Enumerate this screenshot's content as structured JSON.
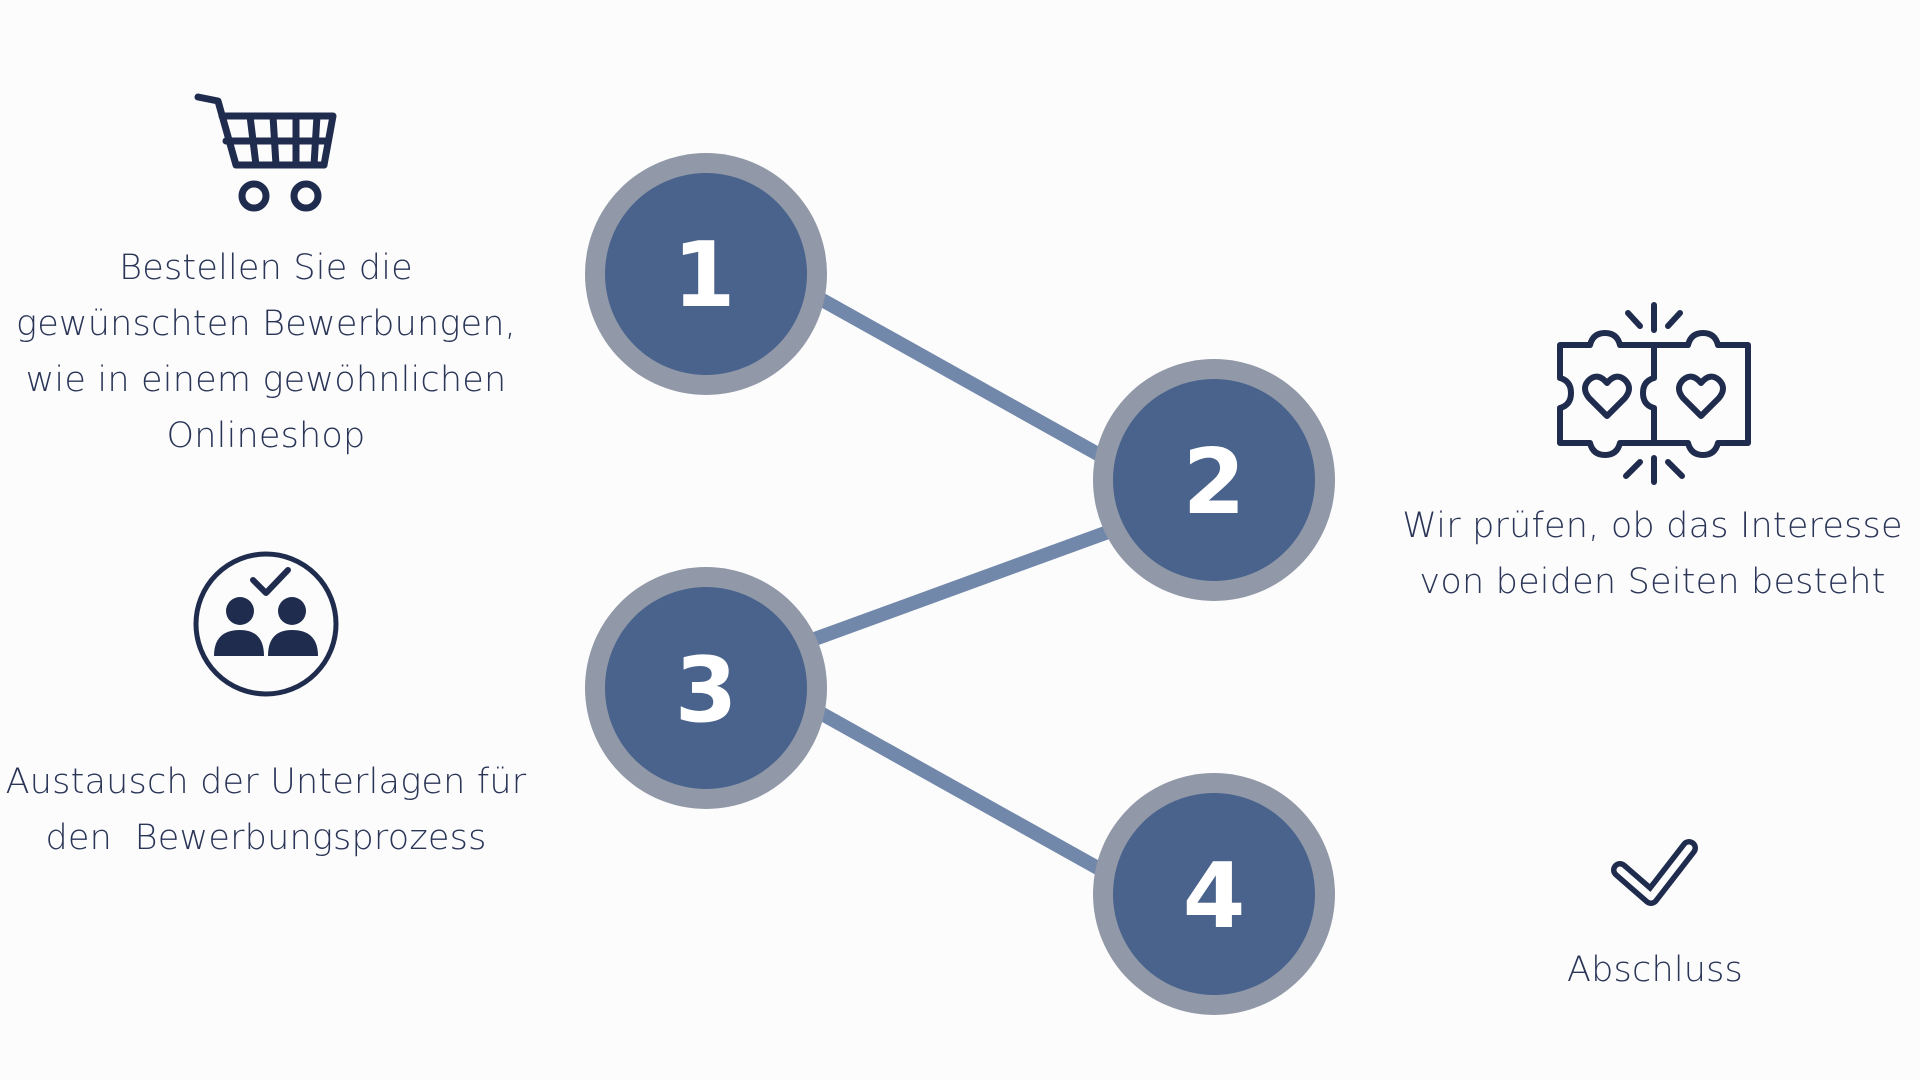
{
  "colors": {
    "circle_fill": "#4a638c",
    "circle_ring": "#9198a8",
    "connector": "#7288ab",
    "icon_stroke": "#1f2c4e",
    "text": "#2a3557",
    "background": "#fcfcfc"
  },
  "steps": [
    {
      "number": "1",
      "icon": "shopping-cart-icon",
      "text_lines": [
        "Bestellen Sie die",
        "gewünschten Bewerbungen,",
        "wie in einem gewöhnlichen",
        "Onlineshop"
      ]
    },
    {
      "number": "2",
      "icon": "puzzle-hearts-icon",
      "text_lines": [
        "Wir prüfen, ob das Interesse",
        "von beiden Seiten besteht"
      ]
    },
    {
      "number": "3",
      "icon": "two-people-check-icon",
      "text_lines": [
        "Austausch der Unterlagen für",
        "den  Bewerbungsprozess"
      ]
    },
    {
      "number": "4",
      "icon": "checkmark-icon",
      "text_lines": [
        "Abschluss"
      ]
    }
  ]
}
